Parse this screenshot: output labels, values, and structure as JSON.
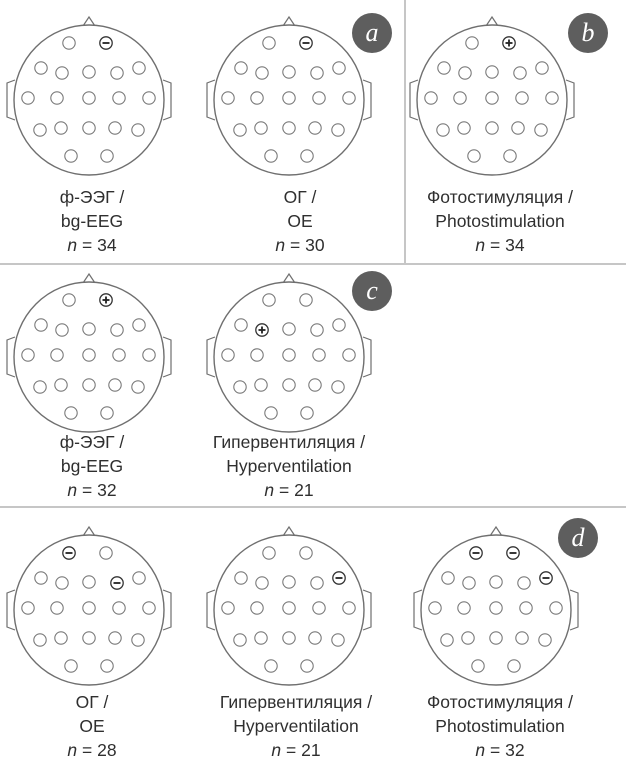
{
  "panels": [
    {
      "label": "a",
      "heads": [
        {
          "polarity": "-",
          "marked_electrode": "Fp2",
          "caption": [
            "ф-ЭЭГ /",
            "bg-EEG"
          ],
          "n_label": "n",
          "n_value": "= 34"
        },
        {
          "polarity": "-",
          "marked_electrode": "Fp2",
          "caption": [
            "ОГ /",
            "OE"
          ],
          "n_label": "n",
          "n_value": "= 30"
        }
      ]
    },
    {
      "label": "b",
      "heads": [
        {
          "polarity": "+",
          "marked_electrode": "Fp2",
          "caption": [
            "Фотостимуляция /",
            "Photostimulation"
          ],
          "n_label": "n",
          "n_value": "= 34"
        }
      ]
    },
    {
      "label": "c",
      "heads": [
        {
          "polarity": "+",
          "marked_electrode": "Fp2",
          "caption": [
            "ф-ЭЭГ /",
            "bg-EEG"
          ],
          "n_label": "n",
          "n_value": "= 32"
        },
        {
          "polarity": "+",
          "marked_electrode": "F3",
          "caption": [
            "Гипервентиляция /",
            "Hyperventilation"
          ],
          "n_label": "n",
          "n_value": "= 21"
        }
      ]
    },
    {
      "label": "d",
      "heads": [
        {
          "polarity": "-",
          "marked_electrode": "Fp1,F4",
          "caption": [
            "ОГ /",
            "OE"
          ],
          "n_label": "n",
          "n_value": "= 28"
        },
        {
          "polarity": "-",
          "marked_electrode": "F8",
          "caption": [
            "Гипервентиляция /",
            "Hyperventilation"
          ],
          "n_label": "n",
          "n_value": "= 21"
        },
        {
          "polarity": "-",
          "marked_electrode": "Fp1,Fp2,F8",
          "caption": [
            "Фотостимуляция /",
            "Photostimulation"
          ],
          "n_label": "n",
          "n_value": "= 32"
        }
      ]
    }
  ],
  "colors": {
    "outline": "#6f6f6f",
    "electrode": "#7a7a7a",
    "badge": "#5e5e5e",
    "badge_text": "#ffffff",
    "divider": "#8c8c8c",
    "text": "#2f2f2f"
  }
}
